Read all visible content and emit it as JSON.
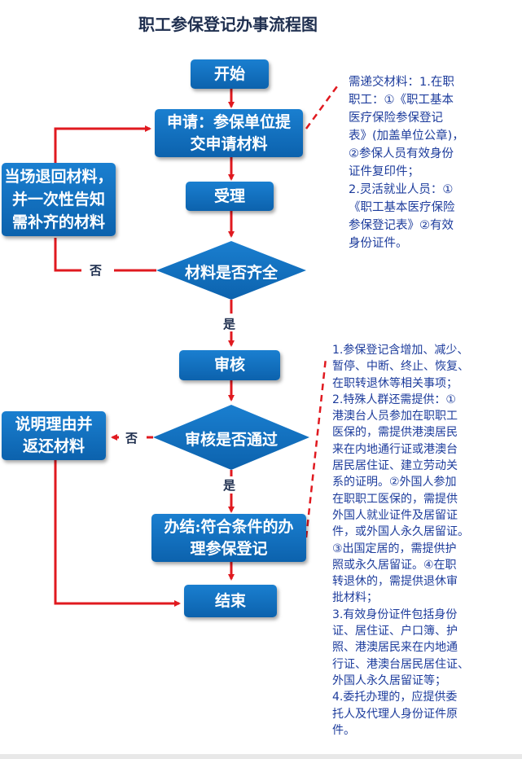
{
  "title": "职工参保登记办事流程图",
  "nodes": {
    "start": "开始",
    "apply_l1": "申请：参保单位提",
    "apply_l2": "交申请材料",
    "accept": "受理",
    "check_complete": "材料是否齐全",
    "return_l1": "当场退回材料，",
    "return_l2": "并一次性告知",
    "return_l3": "需补齐的材料",
    "review": "审核",
    "review_pass": "审核是否通过",
    "explain_l1": "说明理由并",
    "explain_l2": "返还材料",
    "finish_l1": "办结:符合条件的办",
    "finish_l2": "理参保登记",
    "end": "结束"
  },
  "labels": {
    "no1": "否",
    "yes1": "是",
    "no2": "否",
    "yes2": "是"
  },
  "note1": [
    "需递交材料：1.在职",
    "职工：①《职工基本",
    "医疗保险参保登记",
    "表》(加盖单位公章)，",
    "②参保人员有效身份",
    "证件复印件；",
    "2.灵活就业人员：①",
    "《职工基本医疗保险",
    "参保登记表》②有效",
    "身份证件。"
  ],
  "note2": [
    "1.参保登记含增加、减少、",
    "暂停、中断、终止、恢复、",
    "在职转退休等相关事项；",
    "2.特殊人群还需提供：①",
    "港澳台人员参加在职职工",
    "医保的，需提供港澳居民",
    "来在内地通行证或港澳台",
    "居民居住证、建立劳动关",
    "系的证明。②外国人参加",
    "在职职工医保的，需提供",
    "外国人就业证件及居留证",
    "件，或外国人永久居留证。",
    "③出国定居的，需提供护",
    "照或永久居留证。④在职",
    "转退休的，需提供退休审",
    "批材料；",
    "3.有效身份证件包括身份",
    "证、居住证、户口簿、护",
    "照、港澳居民来在内地通",
    "行证、港澳台居民居住证、",
    "外国人永久居留证等；",
    "4.委托办理的，应提供委",
    "托人及代理人身份证件原",
    "件。"
  ],
  "colors": {
    "box": "#0c62ad",
    "arrow": "#e0191f",
    "note_text": "#1d3c9c"
  }
}
